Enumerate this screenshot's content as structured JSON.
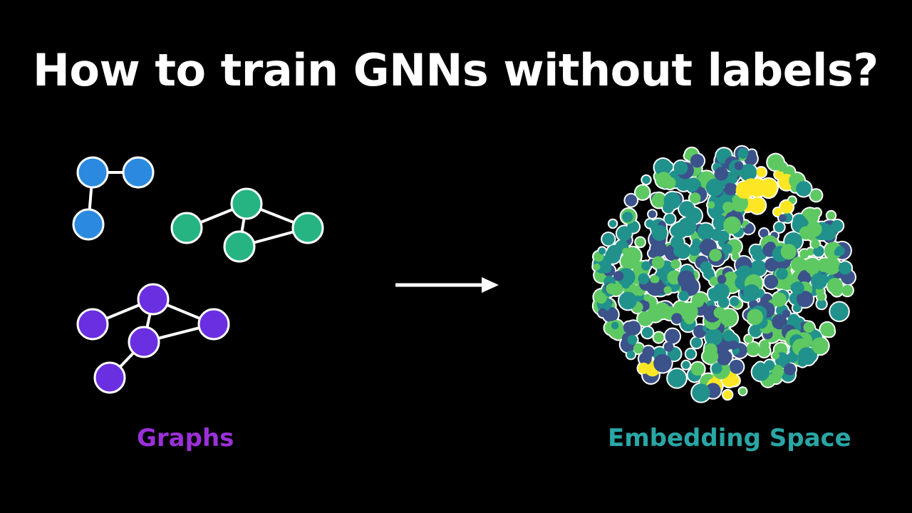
{
  "title": "How to train GNNs without labels?",
  "captions": {
    "graphs": "Graphs",
    "embedding": "Embedding Space"
  },
  "colors": {
    "background": "#000000",
    "title": "#ffffff",
    "graphs_caption": "#9b30d9",
    "embedding_caption": "#2aa6a6",
    "node_outline": "#ffffff",
    "edge": "#ffffff",
    "arrow": "#ffffff",
    "graph_blue": "#2b8ae0",
    "graph_green": "#26b482",
    "graph_purple": "#6a2fe0"
  },
  "embedding_palette": [
    "#440154",
    "#3b528b",
    "#21918c",
    "#5ec962",
    "#fde725"
  ]
}
